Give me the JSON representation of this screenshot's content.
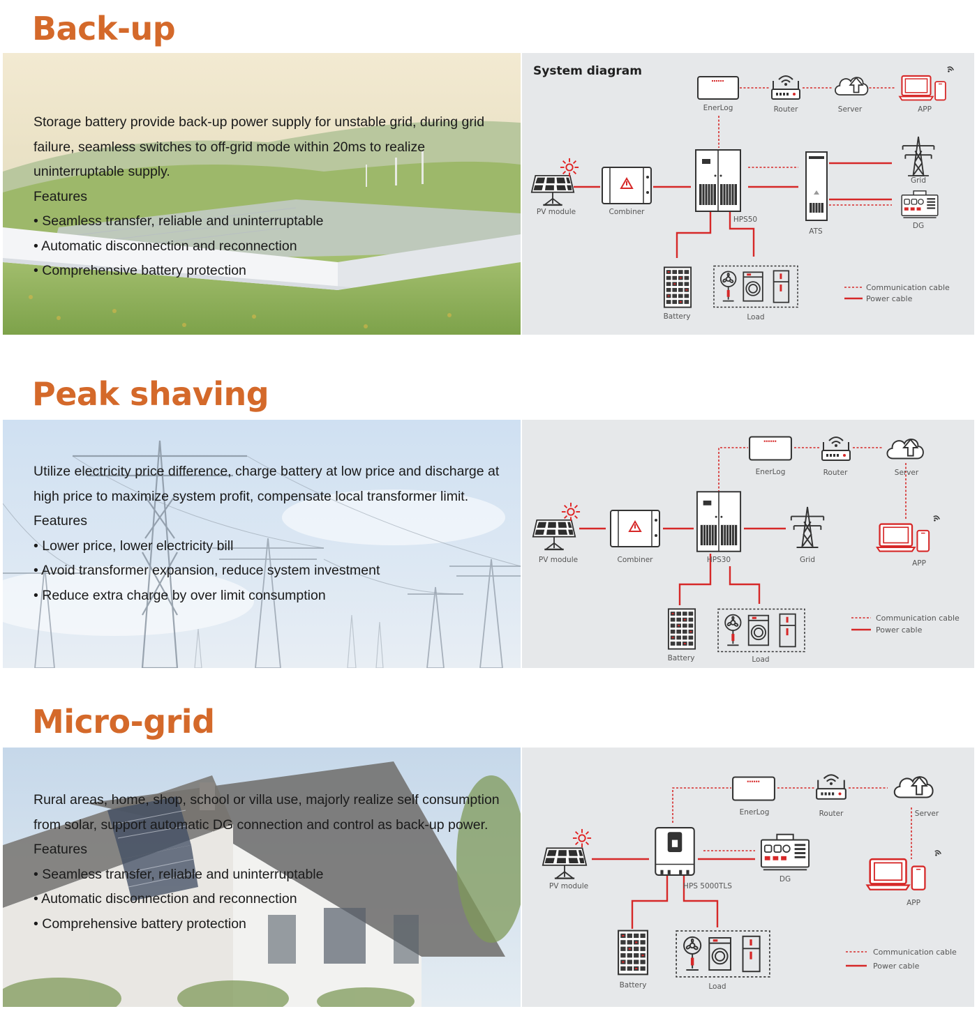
{
  "sections": [
    {
      "title": "Back-up",
      "description": "Storage battery provide back-up power supply for unstable grid, during grid failure, seamless switches to off-grid mode within 20ms to realize uninterruptable supply.",
      "features_heading": "Features",
      "features": [
        "Seamless transfer, reliable and uninterruptable",
        "Automatic disconnection and reconnection",
        "Comprehensive battery protection"
      ],
      "diagram": {
        "title": "System diagram",
        "labels": {
          "enerlog": "EnerLog",
          "router": "Router",
          "server": "Server",
          "app": "APP",
          "pv": "PV module",
          "combiner": "Combiner",
          "hps": "HPS50",
          "ats": "ATS",
          "grid": "Grid",
          "dg": "DG",
          "battery": "Battery",
          "load": "Load"
        },
        "legend": {
          "comm": "Communication cable",
          "power": "Power cable"
        }
      }
    },
    {
      "title": "Peak shaving",
      "description": "Utilize electricity price difference, charge battery at low price and discharge at high price to maximize system profit, compensate local transformer limit.",
      "features_heading": "Features",
      "features": [
        "Lower price, lower electricity bill",
        "Avoid transformer expansion, reduce system investment",
        "Reduce extra charge by over limit consumption"
      ],
      "diagram": {
        "labels": {
          "enerlog": "EnerLog",
          "router": "Router",
          "server": "Server",
          "app": "APP",
          "pv": "PV module",
          "combiner": "Combiner",
          "hps": "HPS30",
          "grid": "Grid",
          "battery": "Battery",
          "load": "Load"
        },
        "legend": {
          "comm": "Communication cable",
          "power": "Power cable"
        }
      }
    },
    {
      "title": "Micro-grid",
      "description": "Rural areas, home, shop, school or villa use, majorly realize self consumption from solar, support automatic DG connection and control as back-up power.",
      "features_heading": "Features",
      "features": [
        "Seamless transfer, reliable and uninterruptable",
        "Automatic disconnection and reconnection",
        "Comprehensive battery protection"
      ],
      "diagram": {
        "labels": {
          "enerlog": "EnerLog",
          "router": "Router",
          "server": "Server",
          "app": "APP",
          "pv": "PV module",
          "hps": "HPS 5000TLS",
          "dg": "DG",
          "battery": "Battery",
          "load": "Load"
        },
        "legend": {
          "comm": "Communication cable",
          "power": "Power cable"
        }
      }
    }
  ],
  "colors": {
    "accent": "#d4692a",
    "cable": "#d62828",
    "diagram_bg": "#e6e8ea"
  },
  "icons": [
    "solar-panel-icon",
    "combiner-box-icon",
    "inverter-cabinet-icon",
    "ats-cabinet-icon",
    "transmission-tower-icon",
    "generator-icon",
    "battery-rack-icon",
    "fan-icon",
    "washing-machine-icon",
    "fridge-icon",
    "datalogger-icon",
    "router-icon",
    "cloud-upload-icon",
    "laptop-icon",
    "phone-icon",
    "wifi-icon"
  ]
}
